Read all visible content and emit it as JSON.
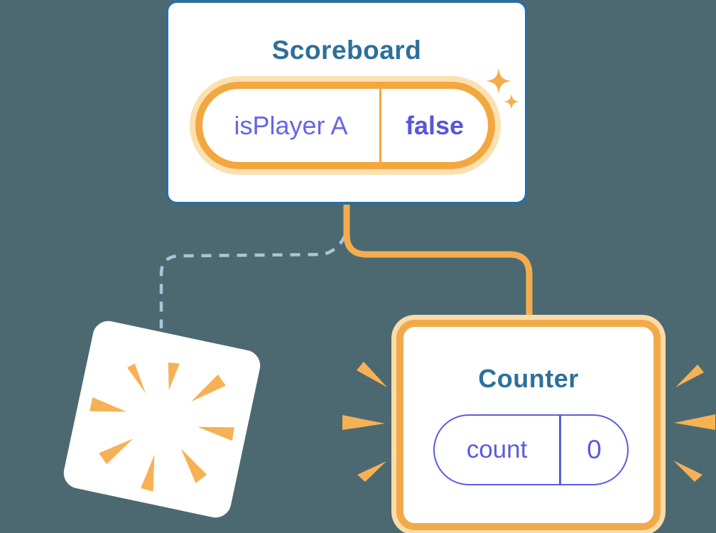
{
  "illustration": {
    "background_color": "#4C6972",
    "scoreboard": {
      "title": "Scoreboard",
      "state": {
        "key": "isPlayer A",
        "value": "false"
      }
    },
    "counter": {
      "title": "Counter",
      "state": {
        "key": "count",
        "value": "0"
      }
    },
    "colors": {
      "card_border_blue": "#2D6E9D",
      "title_text_blue": "#2E6F9B",
      "state_key_purple": "#6765E8",
      "state_value_purple": "#5656DC",
      "counter_pill_purple": "#5B5BE0",
      "pill_border_orange": "#F3A73F",
      "pill_halo_orange": "#FBE0B0",
      "connector_orange": "#F5AC4F",
      "connector_dashed_blue": "#A8C5D9",
      "ray_orange": "#F7B155"
    },
    "icons": {
      "sparkles": "sparkle-icon",
      "burst": "burst-icon",
      "emphasis_rays": "emphasis-rays-icon"
    }
  }
}
